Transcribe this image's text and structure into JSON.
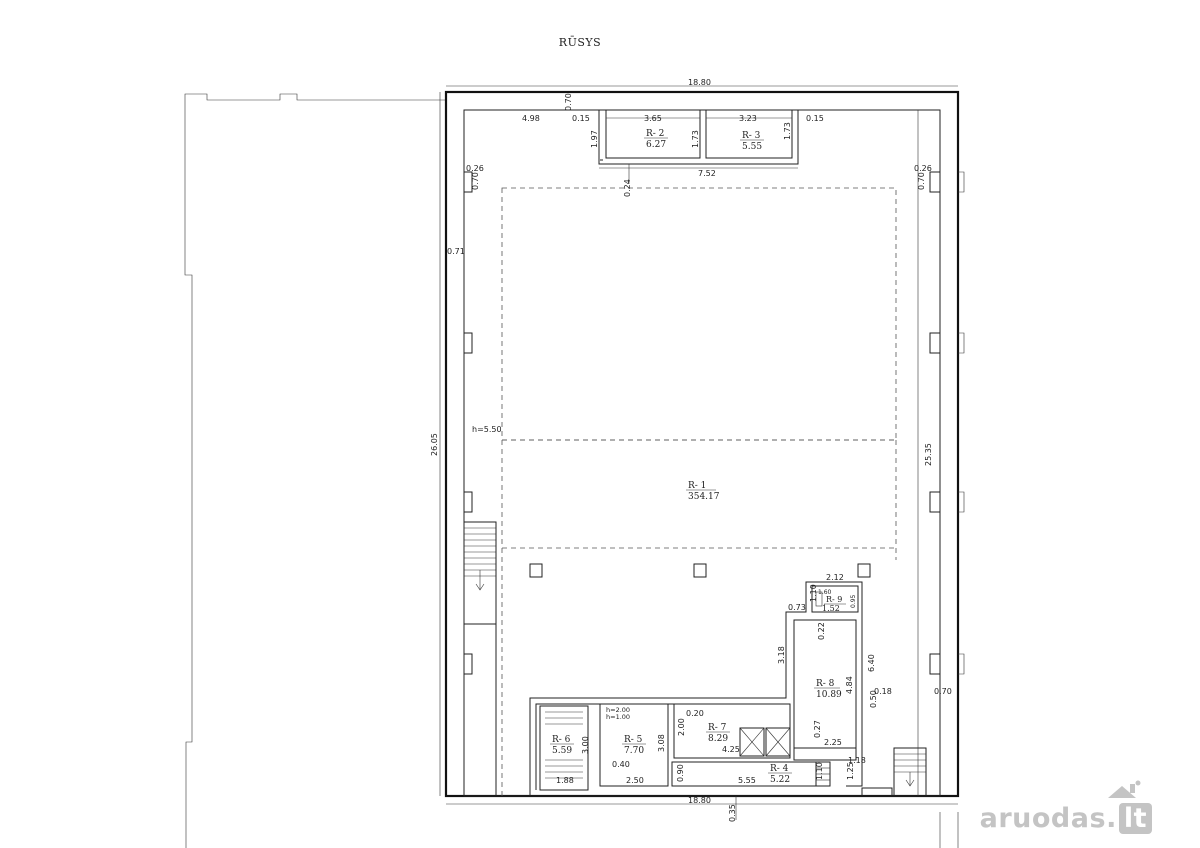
{
  "page": {
    "title": "RŪSYS"
  },
  "dimensions": {
    "top_width": "18.80",
    "bottom_width": "18.80",
    "left_height": "26.05",
    "right_height": "25.35",
    "d_070_top": "0.70",
    "d_498": "4.98",
    "d_015_left": "0.15",
    "d_365": "3.65",
    "d_323": "3.23",
    "d_015_right": "0.15",
    "d_197": "1.97",
    "d_173_a": "1.73",
    "d_173_b": "1.73",
    "d_752": "7.52",
    "d_024": "0.24",
    "d_026_left": "0.26",
    "d_070_left": "0.70",
    "d_026_right": "0.26",
    "d_070_right": "0.70",
    "d_071": "0.71",
    "h_550": "h=5.50",
    "d_212": "2.12",
    "d_110_top": "1.10",
    "d_160": "1.60",
    "d_095": "0.95",
    "d_073": "0.73",
    "d_022": "0.22",
    "d_318": "3.18",
    "d_484": "4.84",
    "d_640": "6.40",
    "d_018": "0.18",
    "d_050": "0.50",
    "d_070_r2": "0.70",
    "d_027": "0.27",
    "d_225": "2.25",
    "d_020": "0.20",
    "h_200": "h=2.00",
    "h_100": "h=1.00",
    "d_200": "2.00",
    "d_425": "4.25",
    "d_308": "3.08",
    "d_300": "3.00",
    "d_040": "0.40",
    "d_188": "1.88",
    "d_250": "2.50",
    "d_090": "0.90",
    "d_555": "5.55",
    "d_110_bottom": "1.10",
    "d_125": "1.25",
    "d_118": "1.18",
    "d_035": "0.35"
  },
  "rooms": {
    "r1": {
      "code": "R- 1",
      "area": "354.17"
    },
    "r2": {
      "code": "R- 2",
      "area": "6.27"
    },
    "r3": {
      "code": "R- 3",
      "area": "5.55"
    },
    "r4": {
      "code": "R- 4",
      "area": "5.22"
    },
    "r5": {
      "code": "R- 5",
      "area": "7.70"
    },
    "r6": {
      "code": "R- 6",
      "area": "5.59"
    },
    "r7": {
      "code": "R- 7",
      "area": "8.29"
    },
    "r8": {
      "code": "R- 8",
      "area": "10.89"
    },
    "r9": {
      "code": "R- 9",
      "area": "1.52"
    }
  },
  "watermark": {
    "brand": "aruodas",
    "suffix": "lt",
    "dot": "."
  }
}
